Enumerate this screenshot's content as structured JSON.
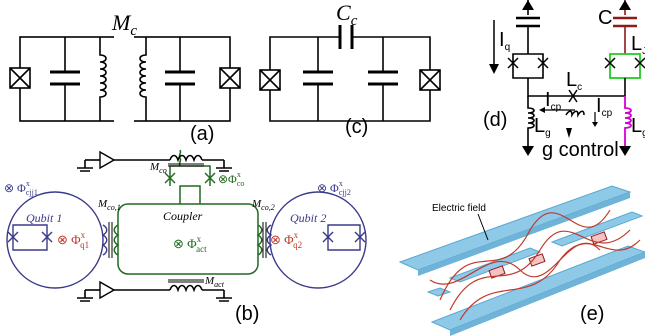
{
  "panels": {
    "a": {
      "label": "(a)",
      "coupling": "M",
      "coupling_sub": "c"
    },
    "c": {
      "label": "(c)",
      "coupling": "C",
      "coupling_sub": "c"
    },
    "d": {
      "label": "(d)",
      "Iq": "I",
      "Iq_sub": "q",
      "C": "C",
      "Lj": "L",
      "Lj_sub": "J",
      "Lc": "L",
      "Lc_sub": "c",
      "Icp_left": "I",
      "Icp_left_sub": "cp",
      "Icp_right": "I",
      "Icp_right_sub": "cp",
      "Lg_left": "L",
      "Lg_left_sub": "g",
      "Lg_right": "L",
      "Lg_right_sub": "g",
      "g_control": "g control"
    },
    "b": {
      "label": "(b)",
      "qubit1": "Qubit 1",
      "qubit2": "Qubit 2",
      "coupler": "Coupler",
      "mco": "M",
      "mco_sub": "co",
      "mco1": "M",
      "mco1_sub": "co,1",
      "mco2": "M",
      "mco2_sub": "co,2",
      "mact": "M",
      "mact_sub": "act",
      "phi_co": "⊗Φ",
      "phi_co_sub": "co",
      "phi_co_sup": "x",
      "phi_act": "⊗ Φ",
      "phi_act_sub": "act",
      "phi_act_sup": "x",
      "phi_q1": "⊗ Φ",
      "phi_q1_sub": "q1",
      "phi_q1_sup": "x",
      "phi_q2": "⊗ Φ",
      "phi_q2_sub": "q2",
      "phi_q2_sup": "x",
      "phi_cjj1": "⊗ Φ",
      "phi_cjj1_sub": "cjj1",
      "phi_cjj1_sup": "x",
      "phi_cjj2": "⊗ Φ",
      "phi_cjj2_sub": "cjj2",
      "phi_cjj2_sup": "x"
    },
    "e": {
      "label": "(e)",
      "electric_field": "Electric field"
    }
  },
  "colors": {
    "ink": "#000000",
    "qubit_blue": "#3a3a8a",
    "coupler_green": "#1f6b1f",
    "flux_red": "#c0392b",
    "cap_red": "#8b1a1a",
    "junction_green": "#22cc22",
    "inductor_magenta": "#d400d4",
    "cpw_blue": "#8ec9e8",
    "field_red": "#c0392b"
  }
}
